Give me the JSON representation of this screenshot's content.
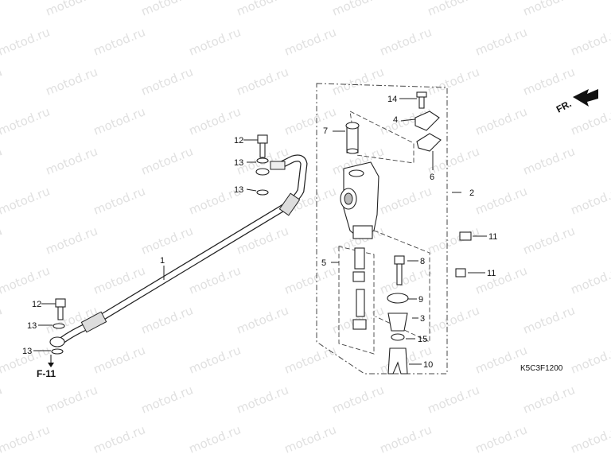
{
  "diagram": {
    "catalog_code": "K5C3F1200",
    "direction_label": "FR.",
    "reference_label": "F-11",
    "watermark": "motod.ru",
    "callouts": [
      {
        "id": "c1",
        "text": "1"
      },
      {
        "id": "c2",
        "text": "2"
      },
      {
        "id": "c3",
        "text": "3"
      },
      {
        "id": "c4",
        "text": "4"
      },
      {
        "id": "c5",
        "text": "5"
      },
      {
        "id": "c6",
        "text": "6"
      },
      {
        "id": "c7",
        "text": "7"
      },
      {
        "id": "c8",
        "text": "8"
      },
      {
        "id": "c9",
        "text": "9"
      },
      {
        "id": "c10",
        "text": "10"
      },
      {
        "id": "c11a",
        "text": "11"
      },
      {
        "id": "c11b",
        "text": "11"
      },
      {
        "id": "c12a",
        "text": "12"
      },
      {
        "id": "c12b",
        "text": "12"
      },
      {
        "id": "c13a",
        "text": "13"
      },
      {
        "id": "c13b",
        "text": "13"
      },
      {
        "id": "c13c",
        "text": "13"
      },
      {
        "id": "c13d",
        "text": "13"
      },
      {
        "id": "c14",
        "text": "14"
      },
      {
        "id": "c15",
        "text": "15"
      }
    ]
  }
}
